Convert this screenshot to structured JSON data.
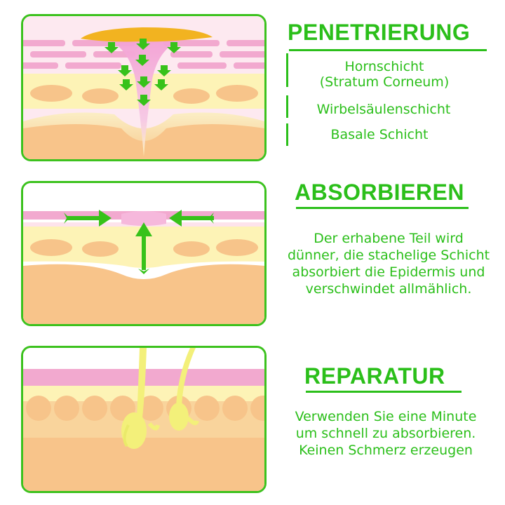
{
  "sections": [
    {
      "title": "PENETRIERUNG",
      "layers": [
        {
          "line1": "Hornschicht",
          "line2": "(Stratum Corneum)"
        },
        {
          "line1": "Wirbelsäulenschicht",
          "line2": ""
        },
        {
          "line1": "Basale Schicht",
          "line2": ""
        }
      ]
    },
    {
      "title": "ABSORBIEREN",
      "lines": [
        "Der erhabene Teil wird",
        "dünner, die stachelige Schicht",
        "absorbiert die Epidermis und",
        "verschwindet allmählich."
      ]
    },
    {
      "title": "REPARATUR",
      "lines": [
        "Verwenden Sie eine Minute",
        "um schnell zu absorbieren.",
        "Keinen Schmerz erzeugen"
      ]
    }
  ],
  "colors": {
    "accent": "#2bbf1a",
    "border": "#3cc21e",
    "skin_pink": "#f0a8d0",
    "skin_yellow": "#fdf3a8",
    "skin_orange": "#f9c98a"
  },
  "icons": [
    "arrow-down-icon",
    "arrow-horizontal-icon",
    "arrow-up-icon"
  ]
}
